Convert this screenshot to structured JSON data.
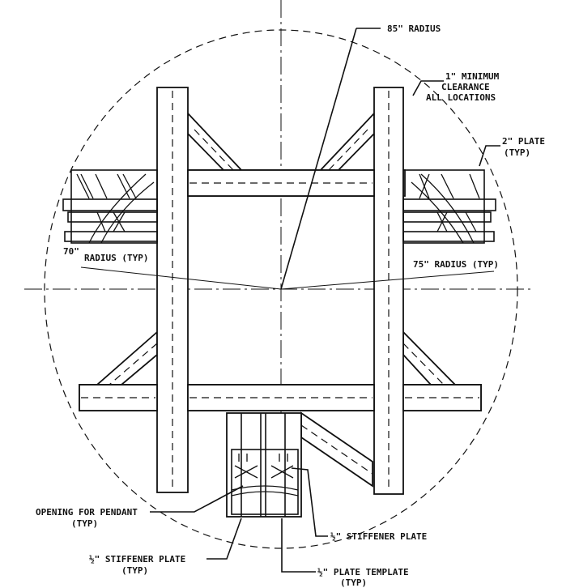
{
  "labels": {
    "radius_85": "85\" RADIUS",
    "clearance_1": "1\" MINIMUM",
    "clearance_2": "CLEARANCE",
    "clearance_3": "ALL LOCATIONS",
    "plate_2": "2\" PLATE",
    "plate_2_typ": "(TYP)",
    "radius_70_a": "70\"",
    "radius_70_b": "RADIUS (TYP)",
    "radius_75": "75\" RADIUS (TYP)",
    "opening_1": "OPENING FOR PENDANT",
    "opening_2": "(TYP)",
    "stiffener_right": "½\" STIFFENER PLATE",
    "stiffener_left_1": "½\" STIFFENER PLATE",
    "stiffener_left_2": "(TYP)",
    "template_1": "½\" PLATE TEMPLATE",
    "template_2": "(TYP)"
  }
}
